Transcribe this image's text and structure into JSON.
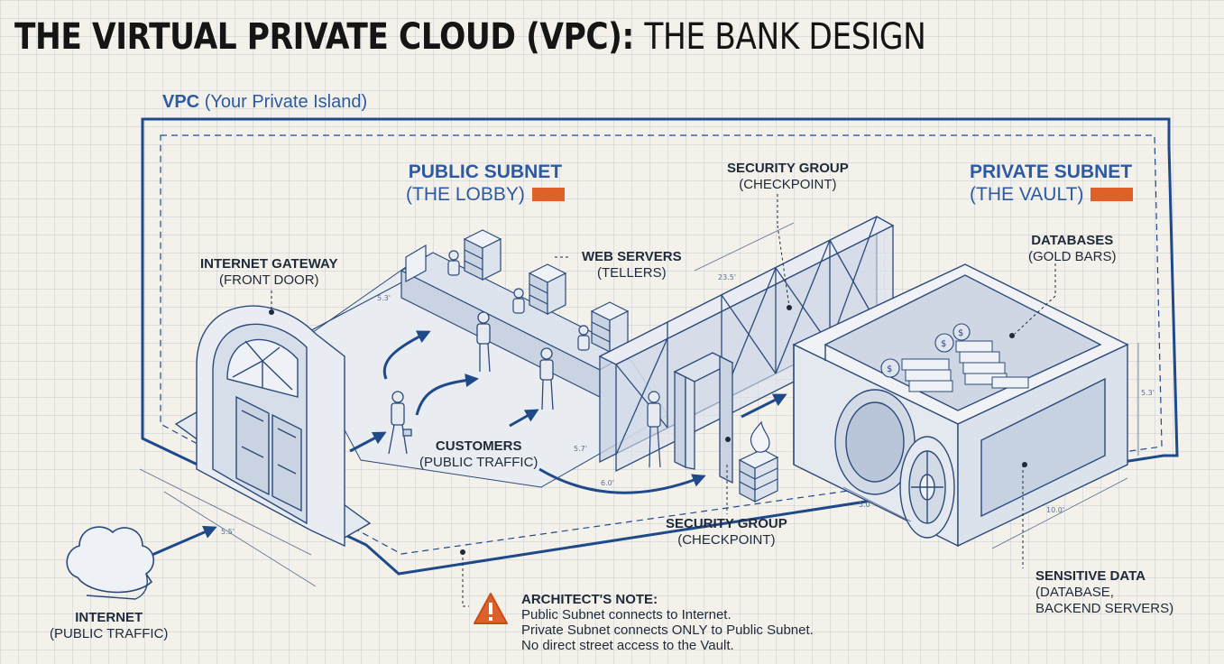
{
  "title": {
    "bold": "THE VIRTUAL PRIVATE CLOUD (VPC):",
    "light": "THE BANK DESIGN"
  },
  "vpc": {
    "name": "VPC",
    "description": "(Your Private Island)"
  },
  "public_subnet": {
    "name": "PUBLIC SUBNET",
    "description": "(THE LOBBY)"
  },
  "private_subnet": {
    "name": "PRIVATE SUBNET",
    "description": "(THE VAULT)"
  },
  "internet_gateway": {
    "name": "INTERNET GATEWAY",
    "description": "(FRONT DOOR)"
  },
  "web_servers": {
    "name": "WEB SERVERS",
    "description": "(TELLERS)"
  },
  "security_group_top": {
    "name": "SECURITY GROUP",
    "description": "(CHECKPOINT)"
  },
  "security_group_bottom": {
    "name": "SECURITY GROUP",
    "description": "(CHECKPOINT)"
  },
  "databases": {
    "name": "DATABASES",
    "description": "(GOLD BARS)"
  },
  "customers": {
    "name": "CUSTOMERS",
    "description": "(PUBLIC TRAFFIC)"
  },
  "internet": {
    "name": "INTERNET",
    "description": "(PUBLIC TRAFFIC)"
  },
  "sensitive_data": {
    "name": "SENSITIVE DATA",
    "line1": "(DATABASE,",
    "line2": "BACKEND SERVERS)"
  },
  "architect_note": {
    "heading": "ARCHITECT'S NOTE:",
    "lines": [
      "Public Subnet connects to Internet.",
      "Private Subnet connects ONLY to Public Subnet.",
      "No direct street access to the Vault."
    ]
  },
  "dimension_marks": [
    "23.5'",
    "5.3'",
    "5.7'",
    "6.0'",
    "5.5'",
    "5.3'",
    "5.0'",
    "10.0'"
  ],
  "colors": {
    "line": "#1f3f74",
    "accent": "#2d5aa0",
    "orange": "#e0602a",
    "ink": "#151515"
  }
}
